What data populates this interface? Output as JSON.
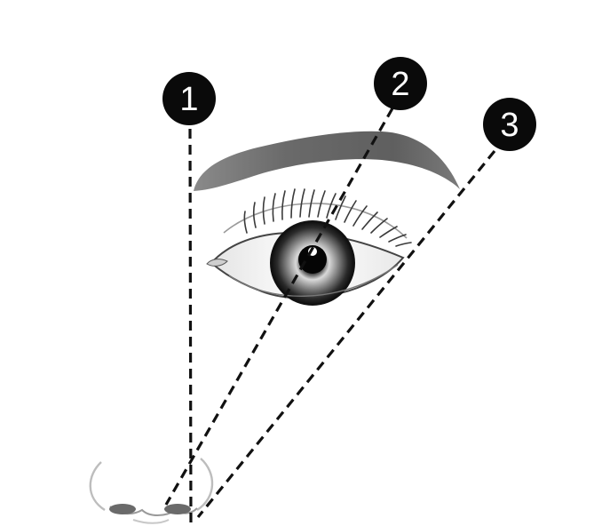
{
  "markers": [
    {
      "label": "1"
    },
    {
      "label": "2"
    },
    {
      "label": "3"
    }
  ],
  "icons": {
    "eyebrow": "eyebrow-shape",
    "eye": "eye-illustration",
    "nose": "nose-sketch"
  },
  "colors": {
    "background": "#ffffff",
    "lines": "#111111",
    "marker_fill": "#0a0a0a",
    "marker_text": "#ffffff",
    "eyebrow": "#6f6f6f",
    "iris_dark": "#1e1e1e"
  }
}
